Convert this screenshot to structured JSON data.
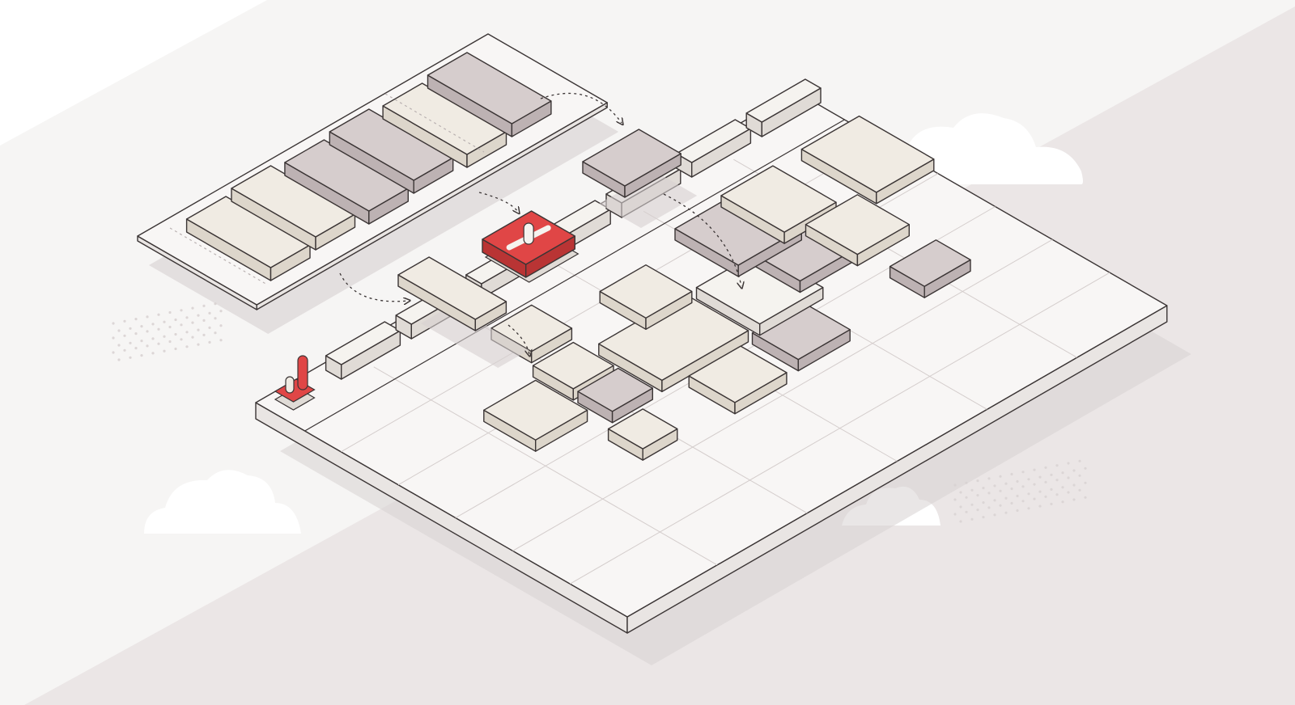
{
  "palette": {
    "background": "#f6f5f4",
    "band": "#ebe6e6",
    "cloud": "#ffffff",
    "dots": "#dcd6d6",
    "outline": "#3b3535",
    "board_top": "#f8f6f5",
    "board_side": "#e9e5e3",
    "shadow": "#d7d1d1",
    "tile_cream": "#f0ebe3",
    "tile_cream_side": "#ddd6cb",
    "tile_mauve": "#d6cdcd",
    "tile_mauve_side": "#bdb2b3",
    "tile_white": "#f5f3ef",
    "tile_white_side": "#e0dbd6",
    "accent": "#e04646",
    "accent_side": "#b93434",
    "grid_line": "#d4cdcc",
    "guide": "#b9b1b1"
  },
  "icons": {
    "board": "schedule-board-icon",
    "tray": "card-tray-icon",
    "handle": "drag-handle-icon",
    "pin": "toggle-pin-icon",
    "arrow": "dotted-arrow-icon",
    "cloud": "cloud-icon"
  },
  "counts": {
    "tray_cards": 6,
    "header_slots": 7,
    "board_tiles": 16,
    "flow_arrows": 5
  }
}
